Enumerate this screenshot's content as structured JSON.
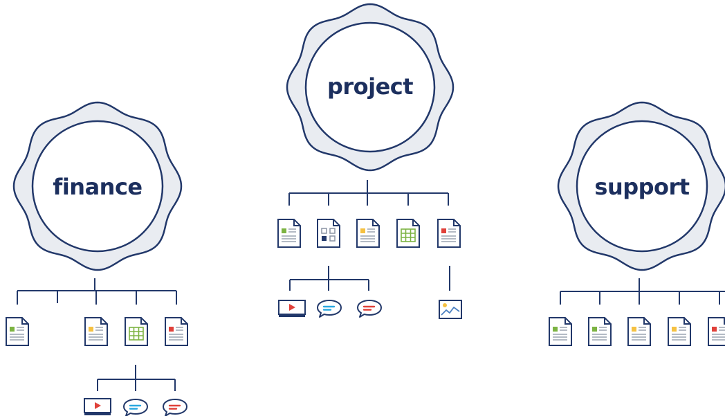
{
  "colors": {
    "navy": "#22386a",
    "badge_fill": "#e9ecf1",
    "green": "#7cb342",
    "yellow": "#f5c142",
    "red": "#e0413a",
    "blue": "#2aa8e0",
    "chart_line": "#4a7fc1"
  },
  "groups": {
    "finance": {
      "label": "finance",
      "level1": [
        "doc-green",
        "doc-yellow",
        "spreadsheet-green",
        "doc-red"
      ],
      "level2": [
        "video-icon",
        "chat-blue-icon",
        "chat-red-icon"
      ]
    },
    "project": {
      "label": "project",
      "level1": [
        "doc-green",
        "grid-doc",
        "doc-yellow",
        "spreadsheet-green",
        "doc-red"
      ],
      "level2": [
        "video-icon",
        "chat-blue-icon",
        "chat-red-icon",
        "chart-image-icon"
      ]
    },
    "support": {
      "label": "support",
      "level1": [
        "doc-green",
        "doc-green",
        "doc-yellow",
        "doc-yellow",
        "doc-red"
      ]
    }
  }
}
